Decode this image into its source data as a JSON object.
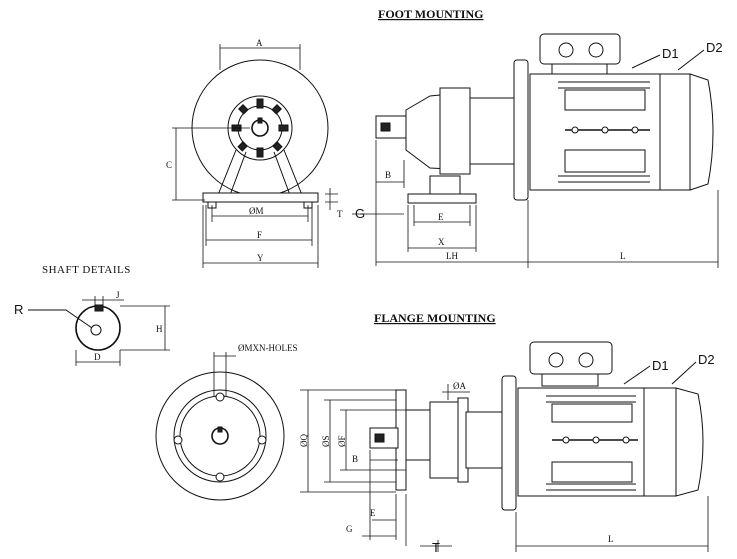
{
  "titles": {
    "foot": "FOOT MOUNTING",
    "flange": "FLANGE MOUNTING",
    "shaft": "SHAFT DETAILS"
  },
  "foot_labels": {
    "A": "A",
    "C": "C",
    "T": "T",
    "M": "ØM",
    "F": "F",
    "Y": "Y",
    "B": "B",
    "G": "G",
    "E": "E",
    "X": "X",
    "LH": "LH",
    "L": "L",
    "D1": "D1",
    "D2": "D2"
  },
  "shaft_labels": {
    "R": "R",
    "J": "J",
    "H": "H",
    "D": "D"
  },
  "flange_labels": {
    "holes": "ØMXN-HOLES",
    "Q": "ØQ",
    "S": "ØS",
    "F": "ØF",
    "A": "ØA",
    "B": "B",
    "E": "E",
    "G": "G",
    "T": "T",
    "L": "L",
    "D1": "D1",
    "D2": "D2"
  }
}
